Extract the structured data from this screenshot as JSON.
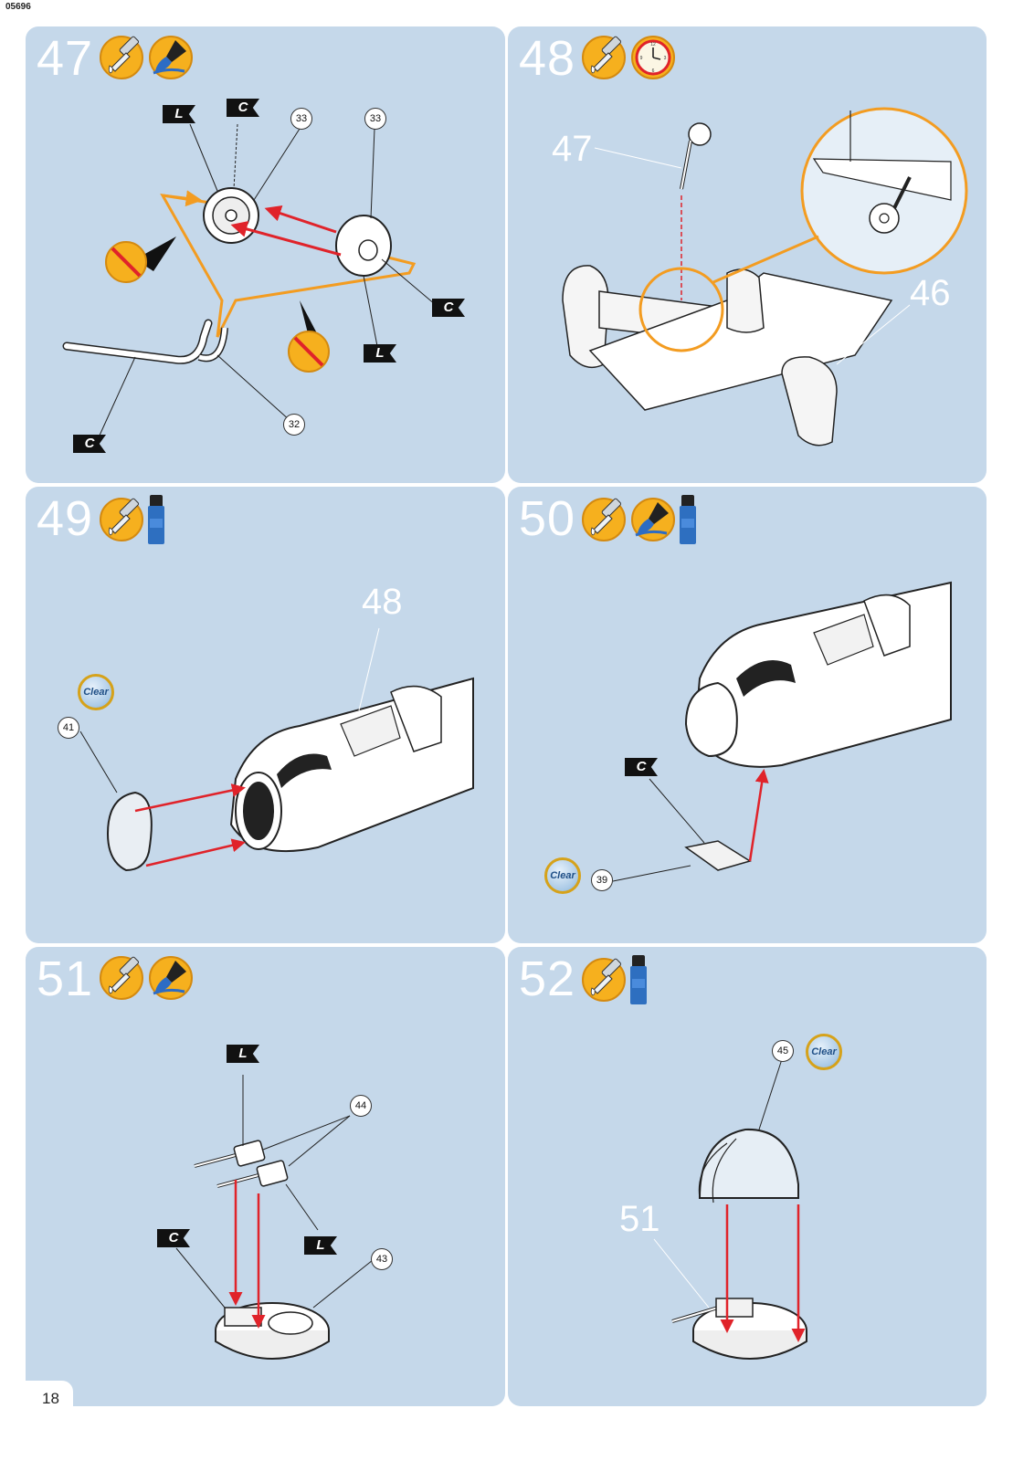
{
  "header": {
    "code": "05696"
  },
  "page": {
    "number": "18"
  },
  "colors": {
    "panel_bg": "#c5d8ea",
    "arrow_red": "#e0232a",
    "path_orange": "#f39c21",
    "badge_gold": "#f4b41a"
  },
  "steps": [
    {
      "number": "47",
      "icons": [
        "glue-icon",
        "paint-brush-icon"
      ],
      "callouts": [
        "33",
        "33",
        "32"
      ],
      "flags": [
        "L",
        "C",
        "C",
        "L",
        "C"
      ]
    },
    {
      "number": "48",
      "icons": [
        "glue-icon",
        "clock-icon"
      ],
      "labels": [
        "47",
        "46"
      ]
    },
    {
      "number": "49",
      "icons": [
        "glue-icon",
        "clear-paint-bottle-icon"
      ],
      "callouts": [
        "41"
      ],
      "labels": [
        "48"
      ],
      "clear_badge": "Clear"
    },
    {
      "number": "50",
      "icons": [
        "glue-icon",
        "paint-brush-icon",
        "clear-paint-bottle-icon"
      ],
      "callouts": [
        "39"
      ],
      "flags": [
        "C"
      ],
      "clear_badge": "Clear"
    },
    {
      "number": "51",
      "icons": [
        "glue-icon",
        "paint-brush-icon"
      ],
      "callouts": [
        "44",
        "43"
      ],
      "flags": [
        "L",
        "C",
        "L"
      ]
    },
    {
      "number": "52",
      "icons": [
        "glue-icon",
        "clear-paint-bottle-icon"
      ],
      "callouts": [
        "45"
      ],
      "labels": [
        "51"
      ],
      "clear_badge": "Clear"
    }
  ]
}
